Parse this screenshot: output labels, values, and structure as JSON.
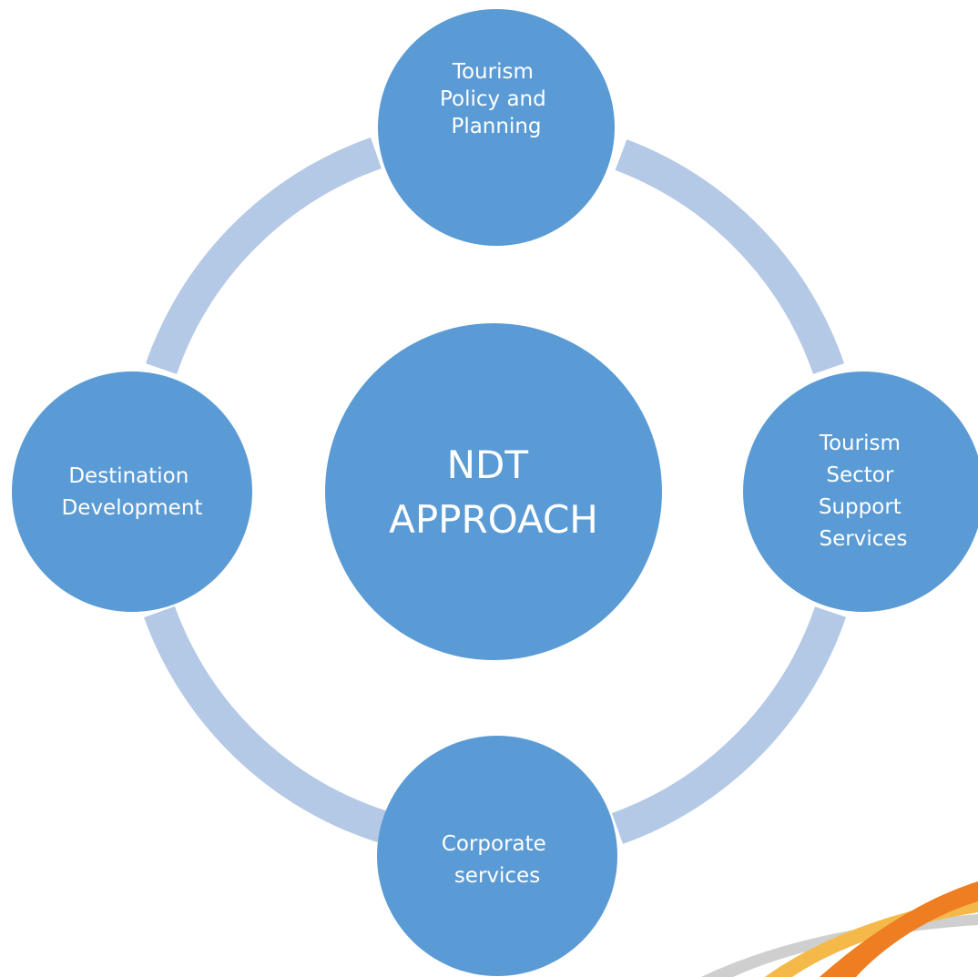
{
  "diagram": {
    "type": "cycle",
    "colors": {
      "node_fill": "#5b9bd5",
      "ring": "#b4c9e6",
      "node_text": "#ffffff",
      "swoosh_orange": "#ef7d22",
      "swoosh_gold": "#f5b94a",
      "swoosh_gray": "#c9c9c9"
    },
    "center": {
      "lines": [
        "NDT",
        "APPROACH"
      ]
    },
    "nodes": [
      {
        "id": "top",
        "lines": [
          "Tourism",
          "Policy and",
          "Planning"
        ]
      },
      {
        "id": "right",
        "lines": [
          "Tourism",
          "Sector",
          "Support",
          "Services"
        ]
      },
      {
        "id": "bottom",
        "lines": [
          "Corporate",
          "services"
        ]
      },
      {
        "id": "left",
        "lines": [
          "Destination",
          "Development"
        ]
      }
    ]
  }
}
